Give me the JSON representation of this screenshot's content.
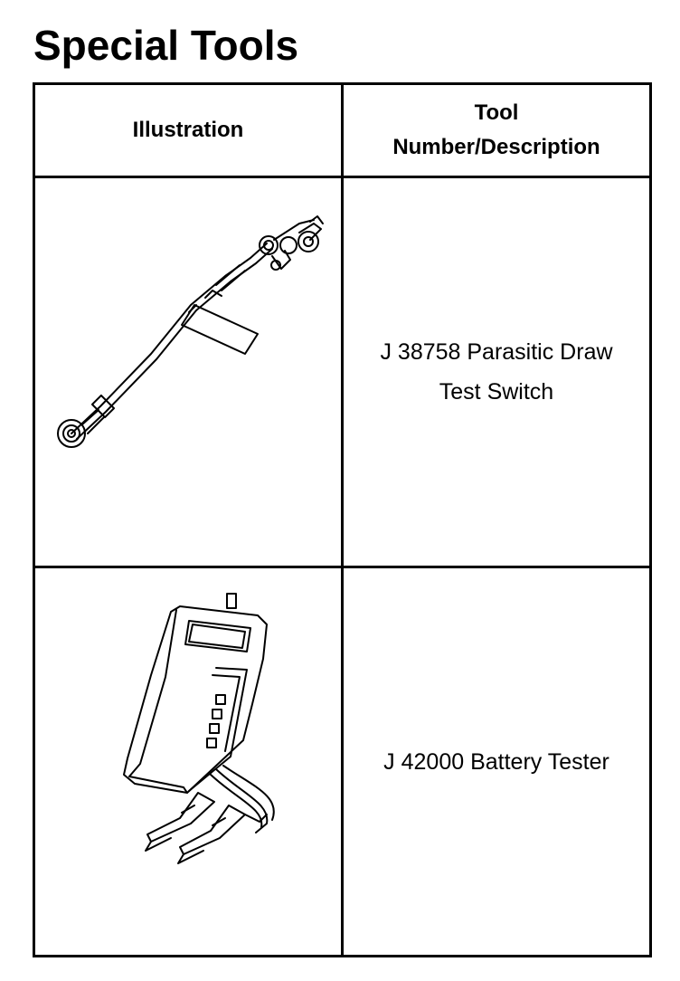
{
  "page": {
    "title": "Special Tools"
  },
  "table": {
    "headers": {
      "illustration": "Illustration",
      "tool_line1": "Tool",
      "tool_line2": "Number/Description"
    },
    "rows": [
      {
        "illustration_icon": "parasitic-draw-test-switch-illustration",
        "desc_line1": "J 38758 Parasitic Draw",
        "desc_line2": "Test Switch"
      },
      {
        "illustration_icon": "battery-tester-illustration",
        "desc_line1": "J 42000 Battery Tester"
      }
    ]
  }
}
